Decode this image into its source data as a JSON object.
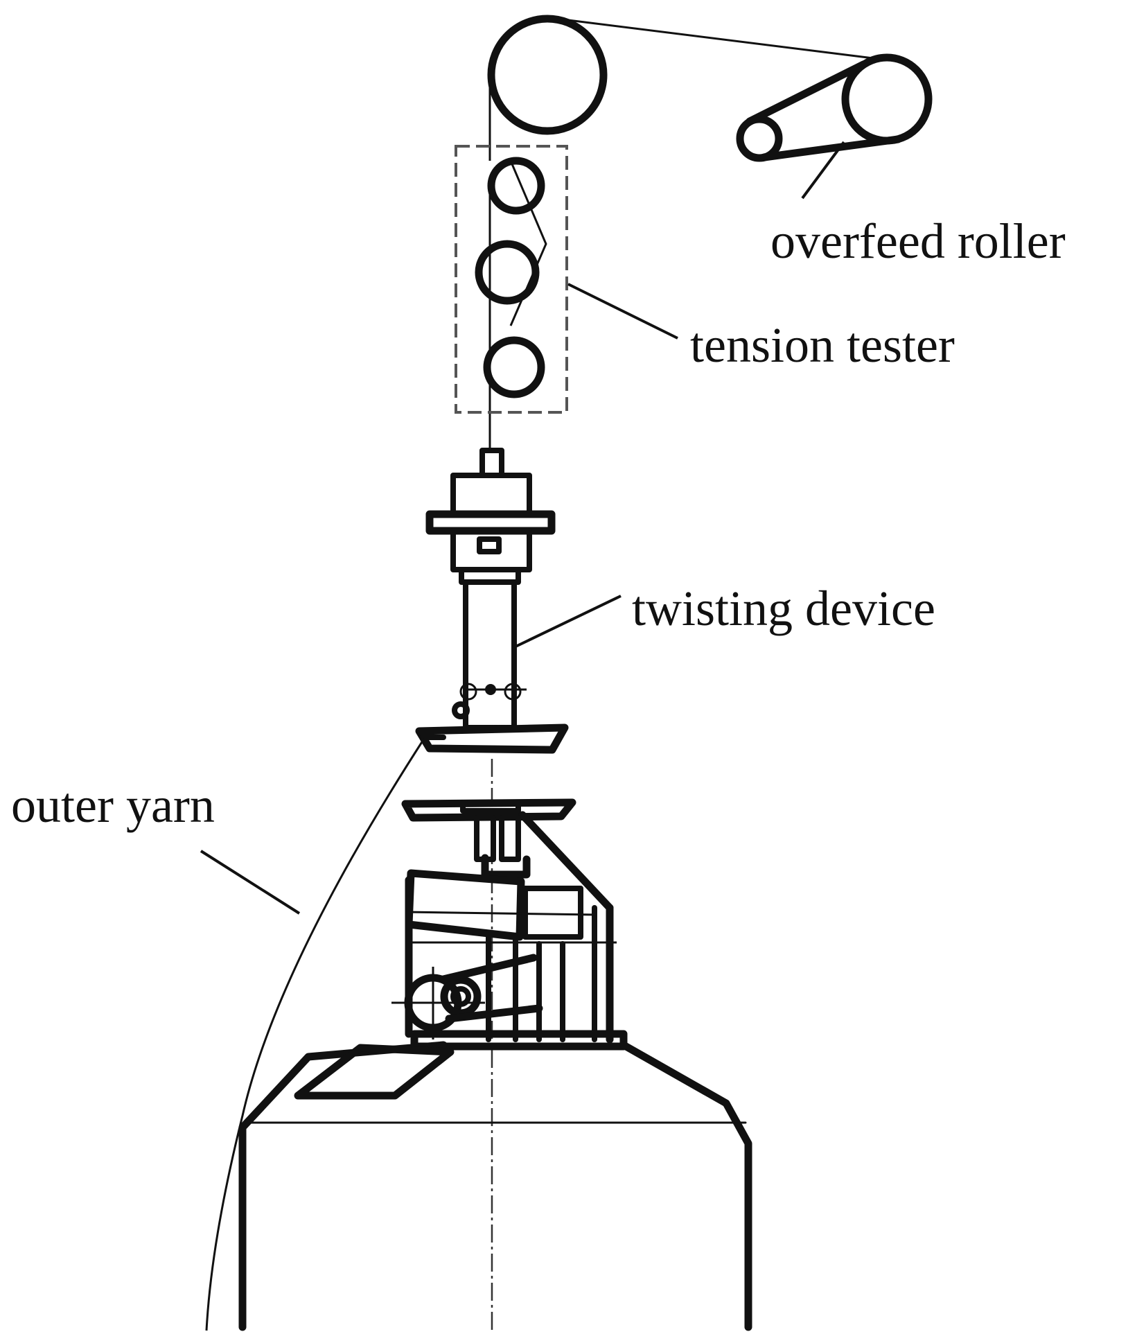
{
  "labels": {
    "overfeed_roller": "overfeed roller",
    "tension_tester": "tension tester",
    "twisting_device": "twisting device",
    "outer_yarn": "outer yarn"
  }
}
